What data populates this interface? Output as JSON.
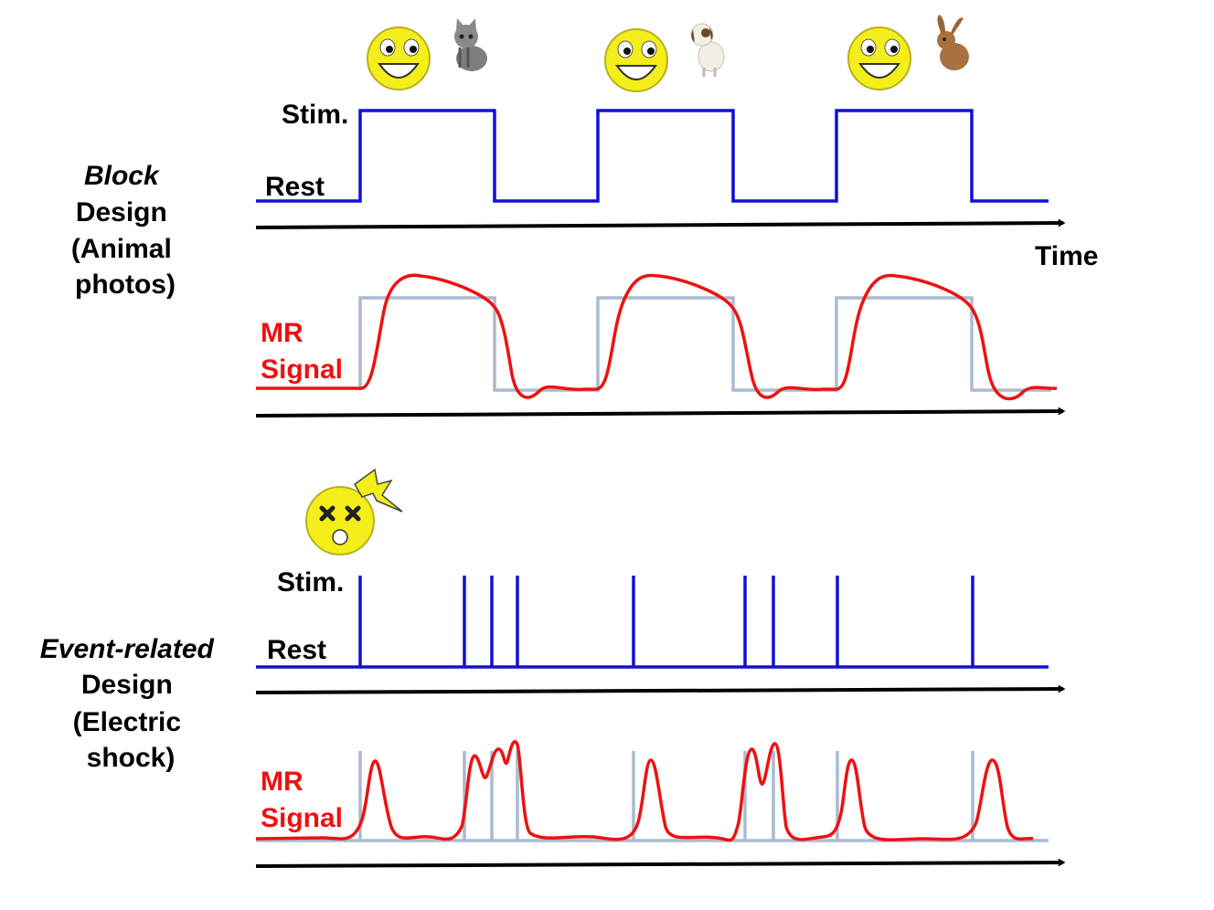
{
  "block": {
    "side_label": [
      "Block",
      "Design",
      "(Animal",
      "photos)"
    ],
    "stim_label": "Stim.",
    "rest_label": "Rest",
    "time_label": "Time",
    "signal_label": [
      "MR",
      "Signal"
    ],
    "stimuli_icons": [
      "smiley-face-icon",
      "kitten-photo",
      "smiley-face-icon",
      "puppy-photo",
      "smiley-face-icon",
      "rabbit-photo"
    ]
  },
  "event": {
    "side_label": [
      "Event-related",
      "Design",
      "(Electric",
      "shock)"
    ],
    "stim_label": "Stim.",
    "rest_label": "Rest",
    "signal_label": [
      "MR",
      "Signal"
    ],
    "stimuli_icons": [
      "dizzy-face-icon",
      "lightning-bolt-icon"
    ]
  },
  "colors": {
    "stimulus_line": "#1010d8",
    "mr_signal": "#ee1111",
    "ghost_boxcar": "#aabbd0",
    "axis": "#000000",
    "smiley_fill": "#f4ee1a"
  }
}
